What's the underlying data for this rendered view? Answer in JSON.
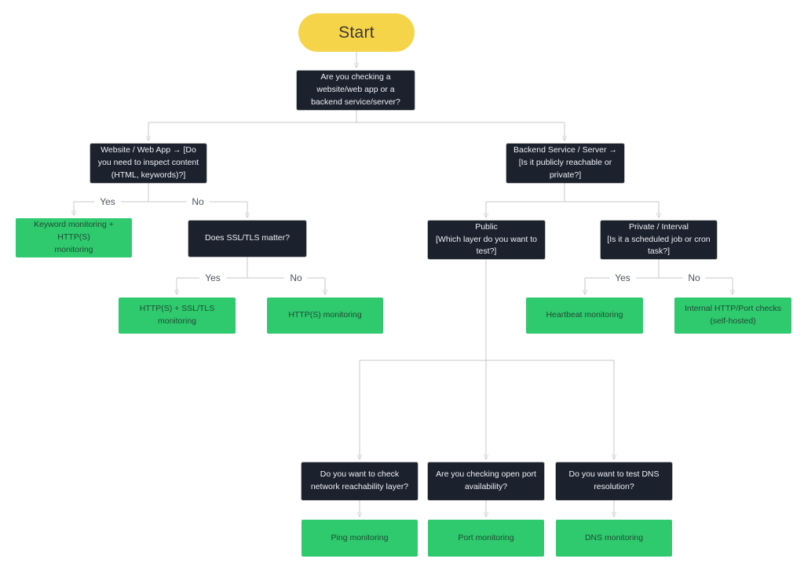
{
  "colors": {
    "start_fill": "#f6d44a",
    "question_fill": "#1b212d",
    "question_text": "#eef1f5",
    "result_fill": "#2fca6e",
    "result_text": "#1f4a33",
    "connector": "#c9c9c9"
  },
  "nodes": {
    "start": {
      "label": "Start"
    },
    "root_question": {
      "label": "Are you checking a\nwebsite/web app or a\nbackend service/server?"
    },
    "website_branch": {
      "label": "Website / Web App → [Do\nyou need to inspect content\n(HTML, keywords)?]"
    },
    "backend_branch": {
      "label": "Backend Service / Server →\n[Is it publicly reachable or\nprivate?]"
    },
    "keyword_result": {
      "label": "Keyword monitoring +\nHTTP(S)\nmonitoring"
    },
    "ssl_question": {
      "label": "Does SSL/TLS matter?"
    },
    "public_branch": {
      "label": "Public\n[Which layer do you want to\ntest?]"
    },
    "private_branch": {
      "label": "Private / Interval\n[Is it a scheduled job or cron\ntask?]"
    },
    "ssl_result": {
      "label": "HTTP(S) + SSL/TLS\nmonitoring"
    },
    "http_result": {
      "label": "HTTP(S) monitoring"
    },
    "heartbeat_result": {
      "label": "Heartbeat monitoring"
    },
    "internal_result": {
      "label": "Internal HTTP/Port checks\n(self-hosted)"
    },
    "ping_question": {
      "label": "Do you want to check\nnetwork reachability layer?"
    },
    "port_question": {
      "label": "Are you checking open port\navailability?"
    },
    "dns_question": {
      "label": "Do you want to test DNS\nresolution?"
    },
    "ping_result": {
      "label": "Ping monitoring"
    },
    "port_result": {
      "label": "Port monitoring"
    },
    "dns_result": {
      "label": "DNS monitoring"
    }
  },
  "edge_labels": {
    "website_yes": "Yes",
    "website_no": "No",
    "ssl_yes": "Yes",
    "ssl_no": "No",
    "private_yes": "Yes",
    "private_no": "No"
  }
}
